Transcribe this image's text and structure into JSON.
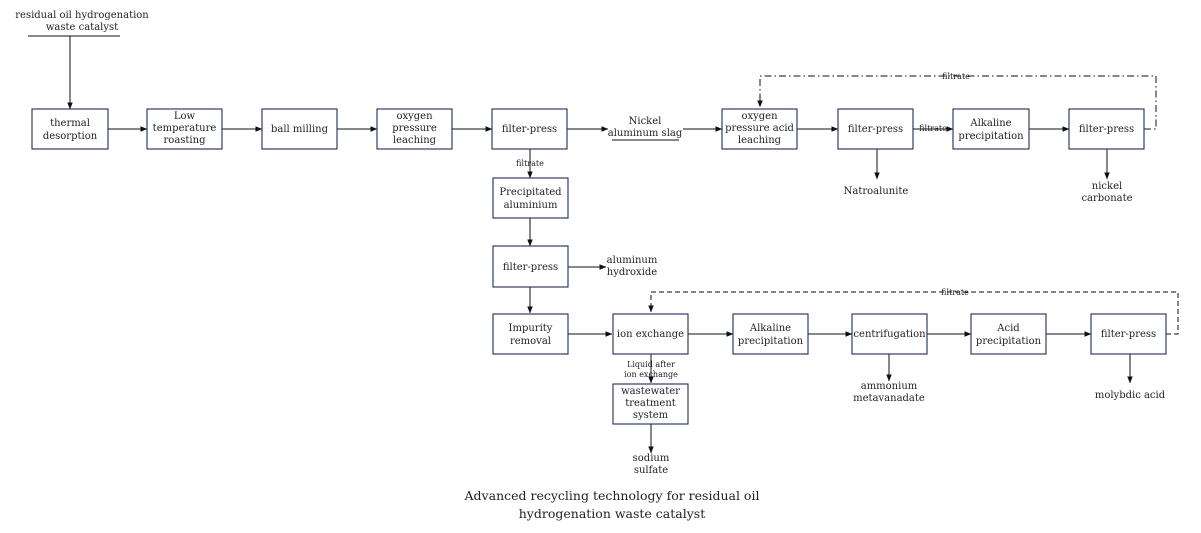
{
  "diagram": {
    "source_label": [
      "residual oil hydrogenation",
      "waste catalyst"
    ],
    "boxes": {
      "thermal_desorption": [
        "thermal",
        "desorption"
      ],
      "low_temp_roasting": [
        "Low",
        "temperature",
        "roasting"
      ],
      "ball_milling": [
        "ball milling"
      ],
      "oxygen_pressure_leaching": [
        "oxygen",
        "pressure",
        "leaching"
      ],
      "filter_press_1": [
        "filter-press"
      ],
      "oxygen_pressure_acid_leaching": [
        "oxygen",
        "pressure acid",
        "leaching"
      ],
      "filter_press_2": [
        "filter-press"
      ],
      "alkaline_precipitation_1": [
        "Alkaline",
        "precipitation"
      ],
      "filter_press_3": [
        "filter-press"
      ],
      "precipitated_aluminium": [
        "Precipitated",
        "aluminium"
      ],
      "filter_press_4": [
        "filter-press"
      ],
      "impurity_removal": [
        "Impurity",
        "removal"
      ],
      "ion_exchange": [
        "ion exchange"
      ],
      "alkaline_precipitation_2": [
        "Alkaline",
        "precipitation"
      ],
      "centrifugation": [
        "centrifugation"
      ],
      "acid_precipitation": [
        "Acid",
        "precipitation"
      ],
      "filter_press_5": [
        "filter-press"
      ],
      "wastewater_treatment": [
        "wastewater",
        "treatment",
        "system"
      ]
    },
    "outputs": {
      "nickel_aluminum_slag": [
        "Nickel",
        "aluminum slag"
      ],
      "natroalunite": [
        "Natroalunite"
      ],
      "nickel_carbonate": [
        "nickel",
        "carbonate"
      ],
      "aluminum_hydroxide": [
        "aluminum",
        "hydroxide"
      ],
      "ammonium_metavanadate": [
        "ammonium",
        "metavanadate"
      ],
      "molybdic_acid": [
        "molybdic acid"
      ],
      "sodium_sulfate": [
        "sodium",
        "sulfate"
      ]
    },
    "edge_labels": {
      "filtrate_down": "filtrate",
      "filtrate_mid": "filtrate",
      "filtrate_top_loop": "filtrate",
      "filtrate_bottom_loop": "filtrate",
      "liquid_after_ion_exchange": [
        "Liquid after",
        "ion exchange"
      ]
    },
    "caption": [
      "Advanced recycling technology for residual oil",
      "hydrogenation waste catalyst"
    ]
  }
}
